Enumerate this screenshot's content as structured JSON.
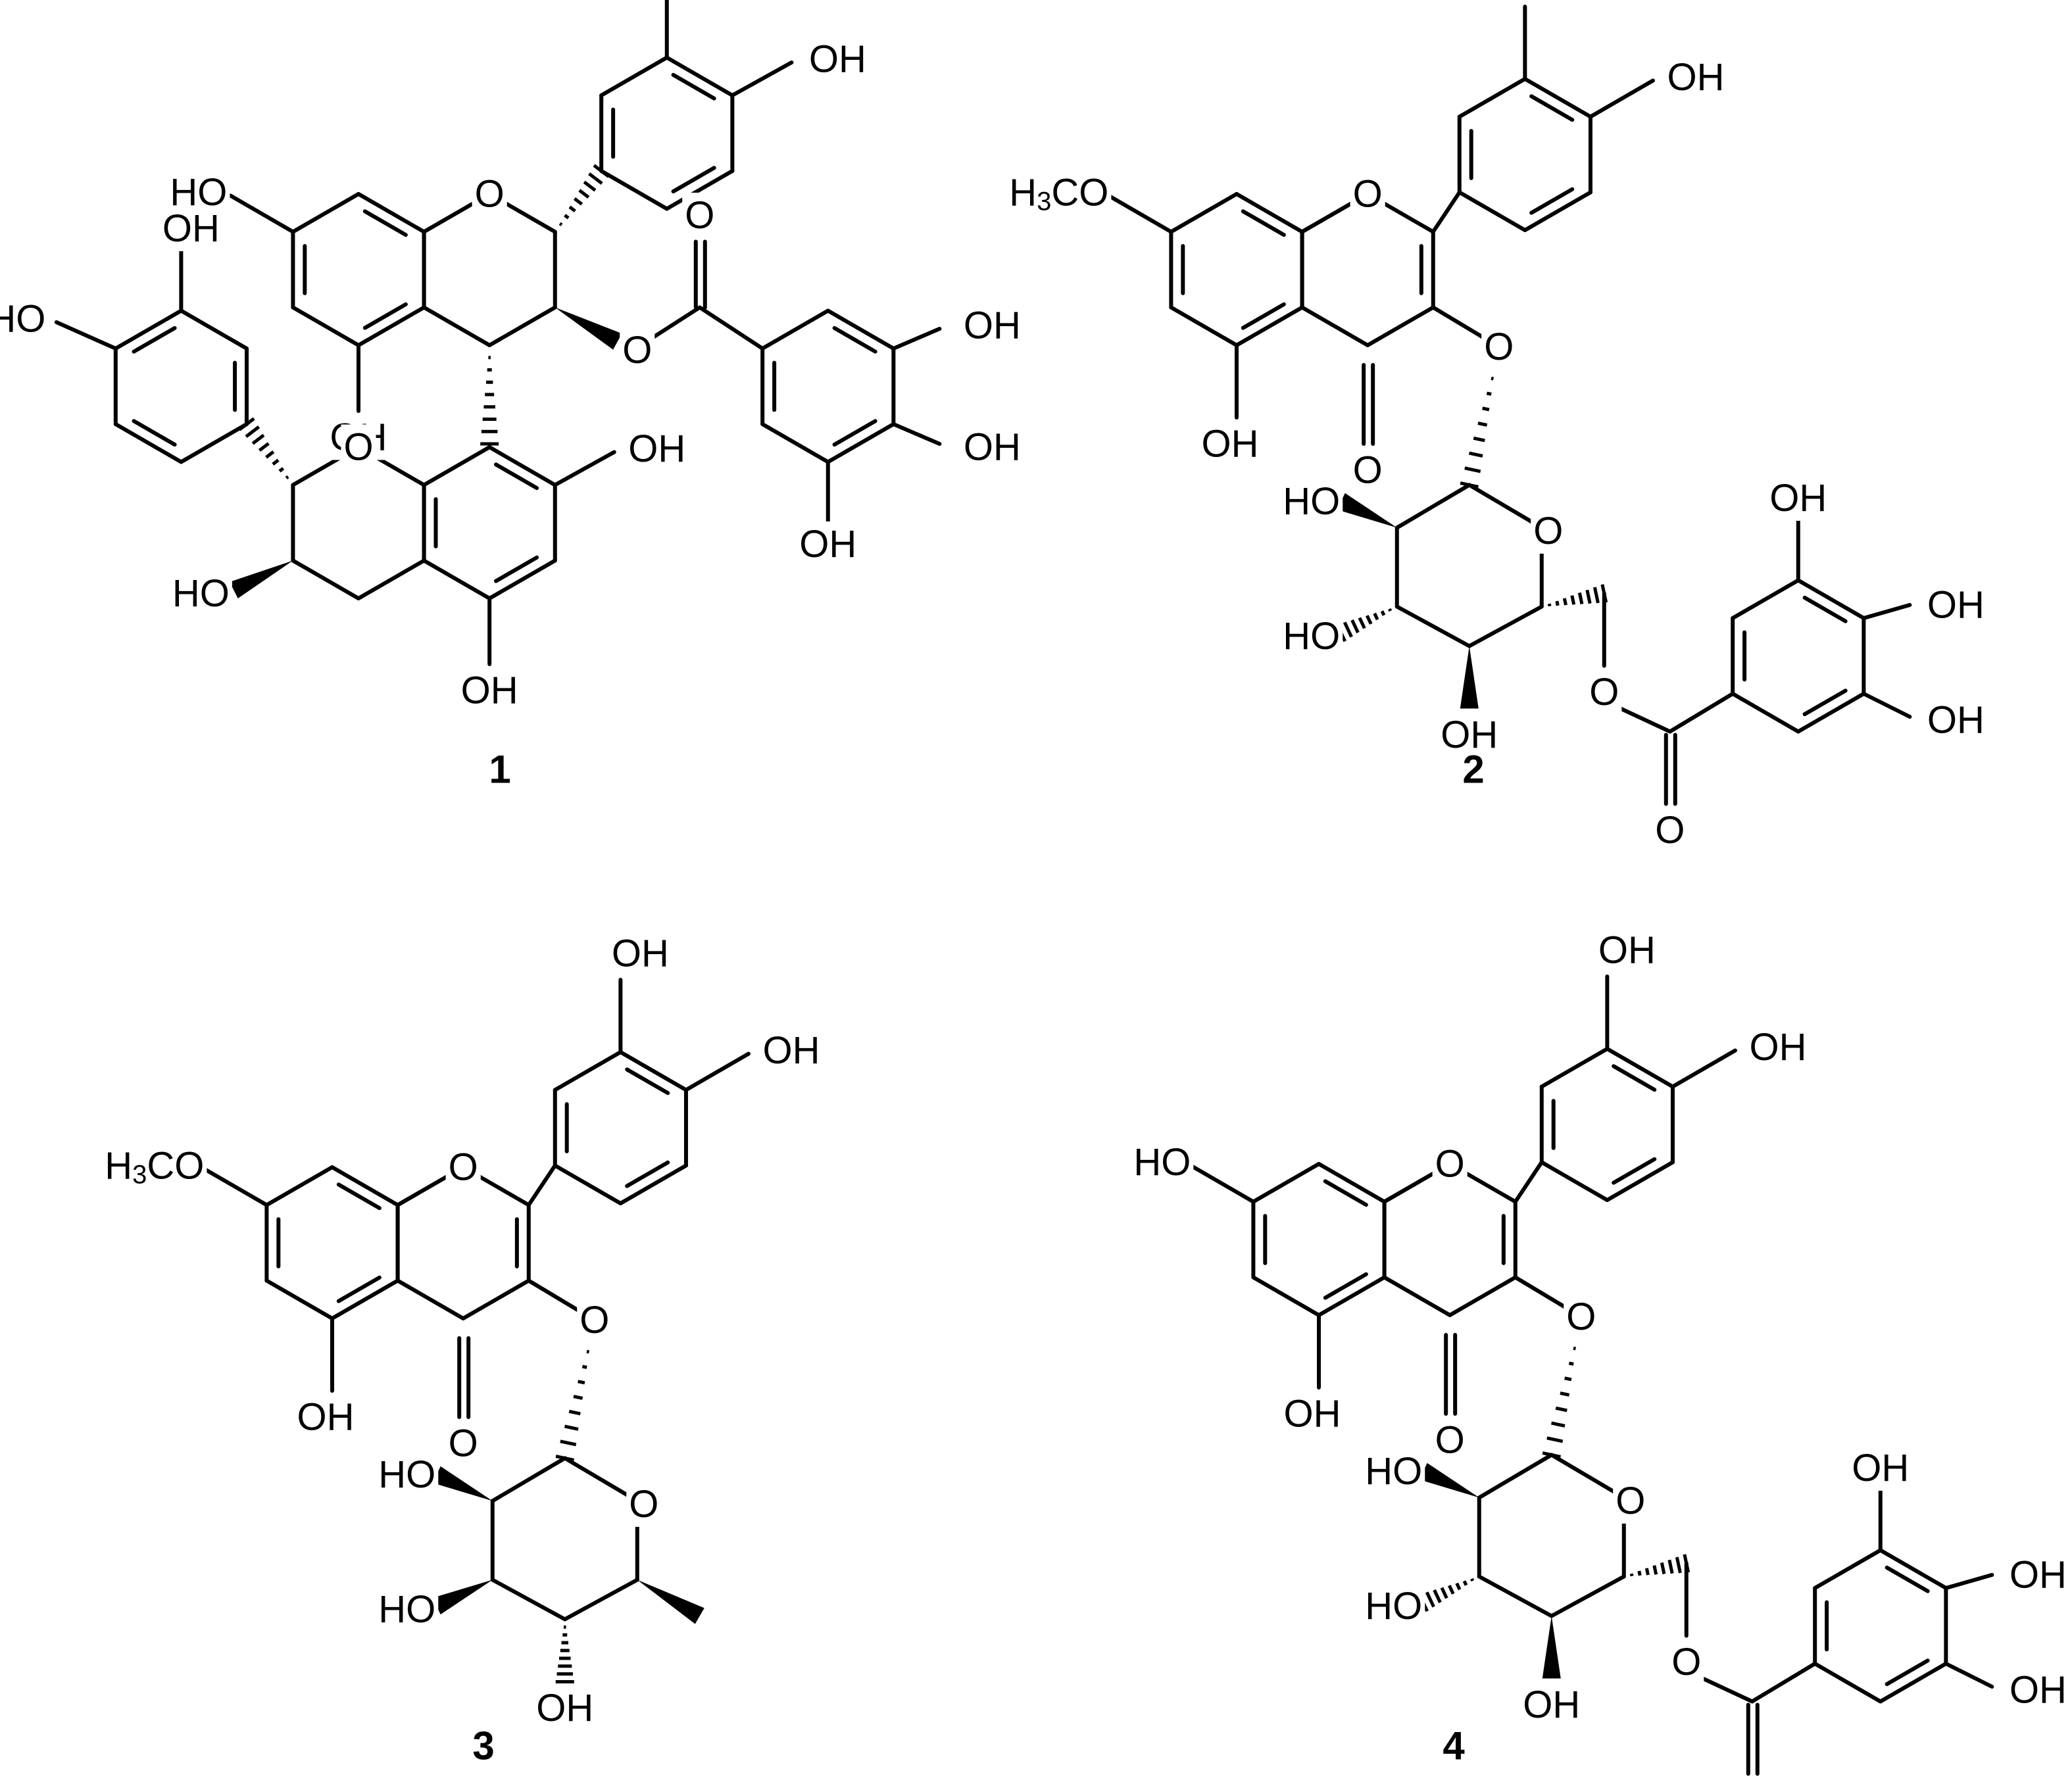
{
  "colors": {
    "ink": "#000000",
    "background": "#ffffff"
  },
  "compound_ids": [
    "1",
    "2",
    "3",
    "4"
  ],
  "group_labels": {
    "hydroxyl": "OH",
    "hydroxyl_left": "HO",
    "ring_oxygen": "O",
    "methoxy_prefix": "H",
    "methoxy_subscript": "3",
    "methoxy_suffix": "CO"
  }
}
